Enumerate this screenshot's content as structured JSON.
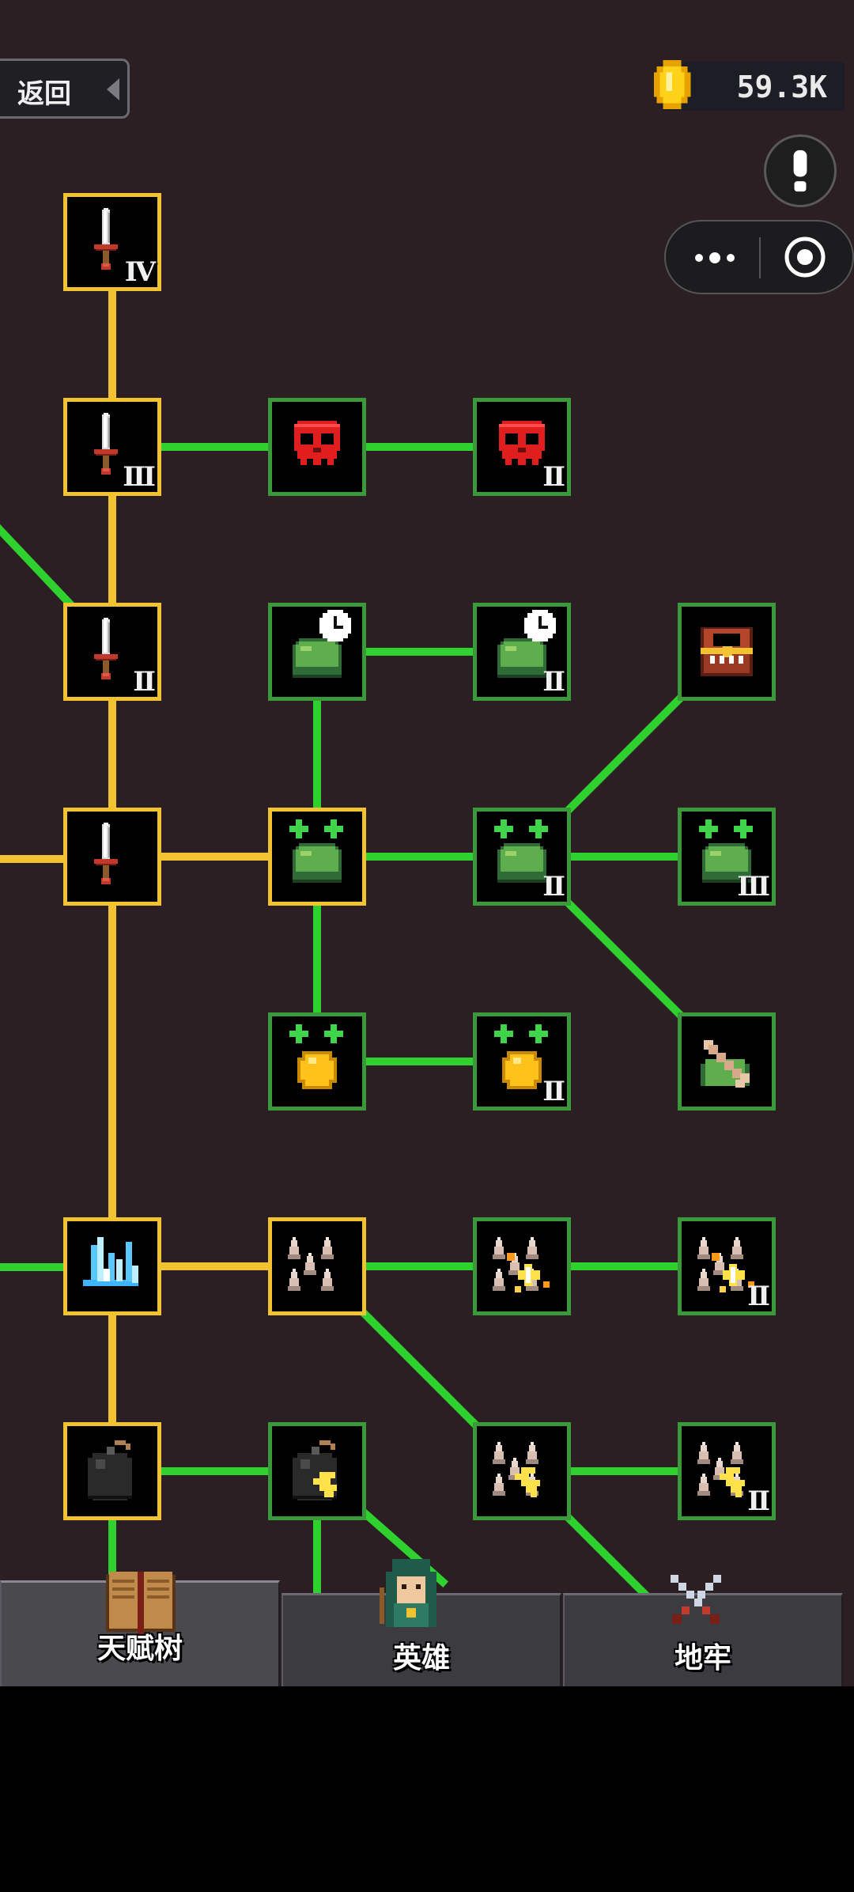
{
  "header": {
    "back_label": "返回",
    "coins": "59.3K"
  },
  "mini_program": {
    "more_icon": "more-dots-icon",
    "close_icon": "target-circle-icon"
  },
  "colors": {
    "background": "#2b1f23",
    "active_link": "#f2c230",
    "available_link": "#2ed12e",
    "node_border_active": "#f2c230",
    "node_border_available": "#3a9a3a"
  },
  "talent_nodes": [
    {
      "id": "sword-1",
      "icon": "sword",
      "tier": "",
      "state": "active"
    },
    {
      "id": "sword-2",
      "icon": "sword",
      "tier": "II",
      "state": "active"
    },
    {
      "id": "sword-3",
      "icon": "sword",
      "tier": "III",
      "state": "active"
    },
    {
      "id": "sword-4",
      "icon": "sword",
      "tier": "IV",
      "state": "active"
    },
    {
      "id": "skull-1",
      "icon": "red-skull",
      "tier": "",
      "state": "available"
    },
    {
      "id": "skull-2",
      "icon": "red-skull",
      "tier": "II",
      "state": "available"
    },
    {
      "id": "slime-timer-1",
      "icon": "slime-clock",
      "tier": "",
      "state": "available"
    },
    {
      "id": "slime-timer-2",
      "icon": "slime-clock",
      "tier": "II",
      "state": "available"
    },
    {
      "id": "treasure-chest",
      "icon": "treasure-chest",
      "tier": "",
      "state": "available"
    },
    {
      "id": "slime-plus-1",
      "icon": "slime-plus",
      "tier": "",
      "state": "active"
    },
    {
      "id": "slime-plus-2",
      "icon": "slime-plus",
      "tier": "II",
      "state": "available"
    },
    {
      "id": "slime-plus-3",
      "icon": "slime-plus",
      "tier": "III",
      "state": "available"
    },
    {
      "id": "coin-plus-1",
      "icon": "coin-plus",
      "tier": "",
      "state": "available"
    },
    {
      "id": "coin-plus-2",
      "icon": "coin-plus",
      "tier": "II",
      "state": "available"
    },
    {
      "id": "slime-bone",
      "icon": "slime-bone",
      "tier": "",
      "state": "available"
    },
    {
      "id": "ice-crystal",
      "icon": "ice-crystal",
      "tier": "",
      "state": "active"
    },
    {
      "id": "spikes-1",
      "icon": "spikes",
      "tier": "",
      "state": "active"
    },
    {
      "id": "spikes-fire-1",
      "icon": "spikes-fire",
      "tier": "",
      "state": "available"
    },
    {
      "id": "spikes-fire-2",
      "icon": "spikes-fire",
      "tier": "II",
      "state": "available"
    },
    {
      "id": "bomb-1",
      "icon": "bomb",
      "tier": "",
      "state": "active"
    },
    {
      "id": "bomb-lightning",
      "icon": "bomb-lightning",
      "tier": "",
      "state": "available"
    },
    {
      "id": "spikes-lightning-1",
      "icon": "spikes-lightning",
      "tier": "",
      "state": "available"
    },
    {
      "id": "spikes-lightning-2",
      "icon": "spikes-lightning",
      "tier": "II",
      "state": "available"
    }
  ],
  "tabs": [
    {
      "id": "talent",
      "label": "天赋树",
      "icon": "talent-book-icon",
      "active": true
    },
    {
      "id": "hero",
      "label": "英雄",
      "icon": "hero-archer-icon",
      "active": false
    },
    {
      "id": "dungeon",
      "label": "地牢",
      "icon": "crossed-swords-icon",
      "active": false
    }
  ]
}
